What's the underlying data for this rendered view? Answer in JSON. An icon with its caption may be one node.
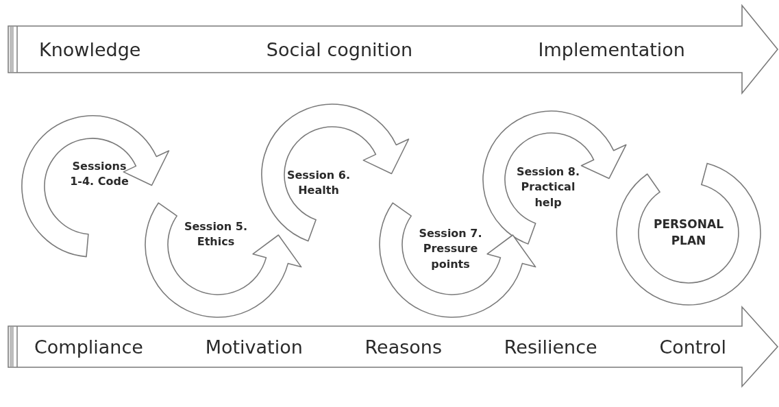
{
  "diagram": {
    "nodes": [
      {
        "text": [
          "Knowledge",
          "Social cognition",
          "Implementation"
        ]
      },
      {
        "text": [
          "Sessions 1-4. Code"
        ]
      },
      {
        "text": [
          "Session 5. Ethics"
        ]
      },
      {
        "text": [
          "Session 6. Health"
        ]
      },
      {
        "text": [
          "Session 7. Pressure points"
        ]
      },
      {
        "text": [
          "Session 8. Practical help"
        ]
      },
      {
        "text": [
          "PERSONAL PLAN"
        ]
      },
      {
        "text": [
          "Compliance",
          "Motivation",
          "Reasons",
          "Resilience",
          "Control"
        ]
      }
    ],
    "edges": [
      {
        "from": 1,
        "to": 2,
        "arrow": "to"
      },
      {
        "from": 2,
        "to": 3,
        "arrow": "to"
      },
      {
        "from": 3,
        "to": 4,
        "arrow": "to"
      },
      {
        "from": 4,
        "to": 5,
        "arrow": "to"
      },
      {
        "from": 5,
        "to": 6,
        "arrow": "to"
      }
    ]
  }
}
